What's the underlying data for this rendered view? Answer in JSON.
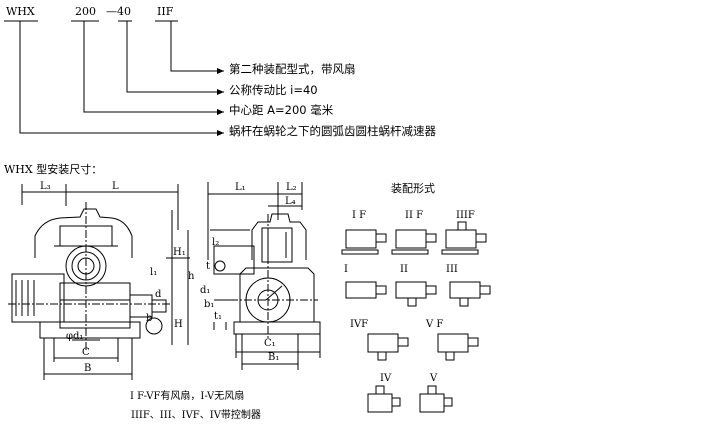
{
  "designation": {
    "series": "WHX",
    "center_distance": "200",
    "ratio": "—40",
    "assembly": "IIF"
  },
  "legend": {
    "assembly_note": "第二种装配型式，带风扇",
    "ratio_note": "公称传动比 i=40",
    "center_note": "中心距 A=200 毫米",
    "type_note": "蜗杆在蜗轮之下的圆弧齿圆柱蜗杆减速器"
  },
  "section_title": "WHX 型安装尺寸：",
  "dims": {
    "L3": "L₃",
    "L": "L",
    "L1": "L₁",
    "L2": "L₂",
    "L4": "L₄",
    "H1": "H₁",
    "H": "H",
    "h": "h",
    "l1": "l₁",
    "l2": "l₂",
    "d": "d",
    "d1": "d₁",
    "t": "t",
    "t1": "t₁",
    "b": "b",
    "b1": "b₁",
    "C": "C",
    "B": "B",
    "C1": "C₁",
    "B1": "B₁",
    "phi_d": "φd₁"
  },
  "forms_title": "装配形式",
  "forms": {
    "r1": [
      "I F",
      "II F",
      "IIIF"
    ],
    "r2": [
      "I",
      "II",
      "III"
    ],
    "r3": [
      "IVF",
      "V F"
    ],
    "r4": [
      "IV",
      "V"
    ]
  },
  "notes": {
    "line1": "I F-VF有风扇，I-V无风扇",
    "line2": "IIIF、III、IVF、IV带控制器"
  }
}
